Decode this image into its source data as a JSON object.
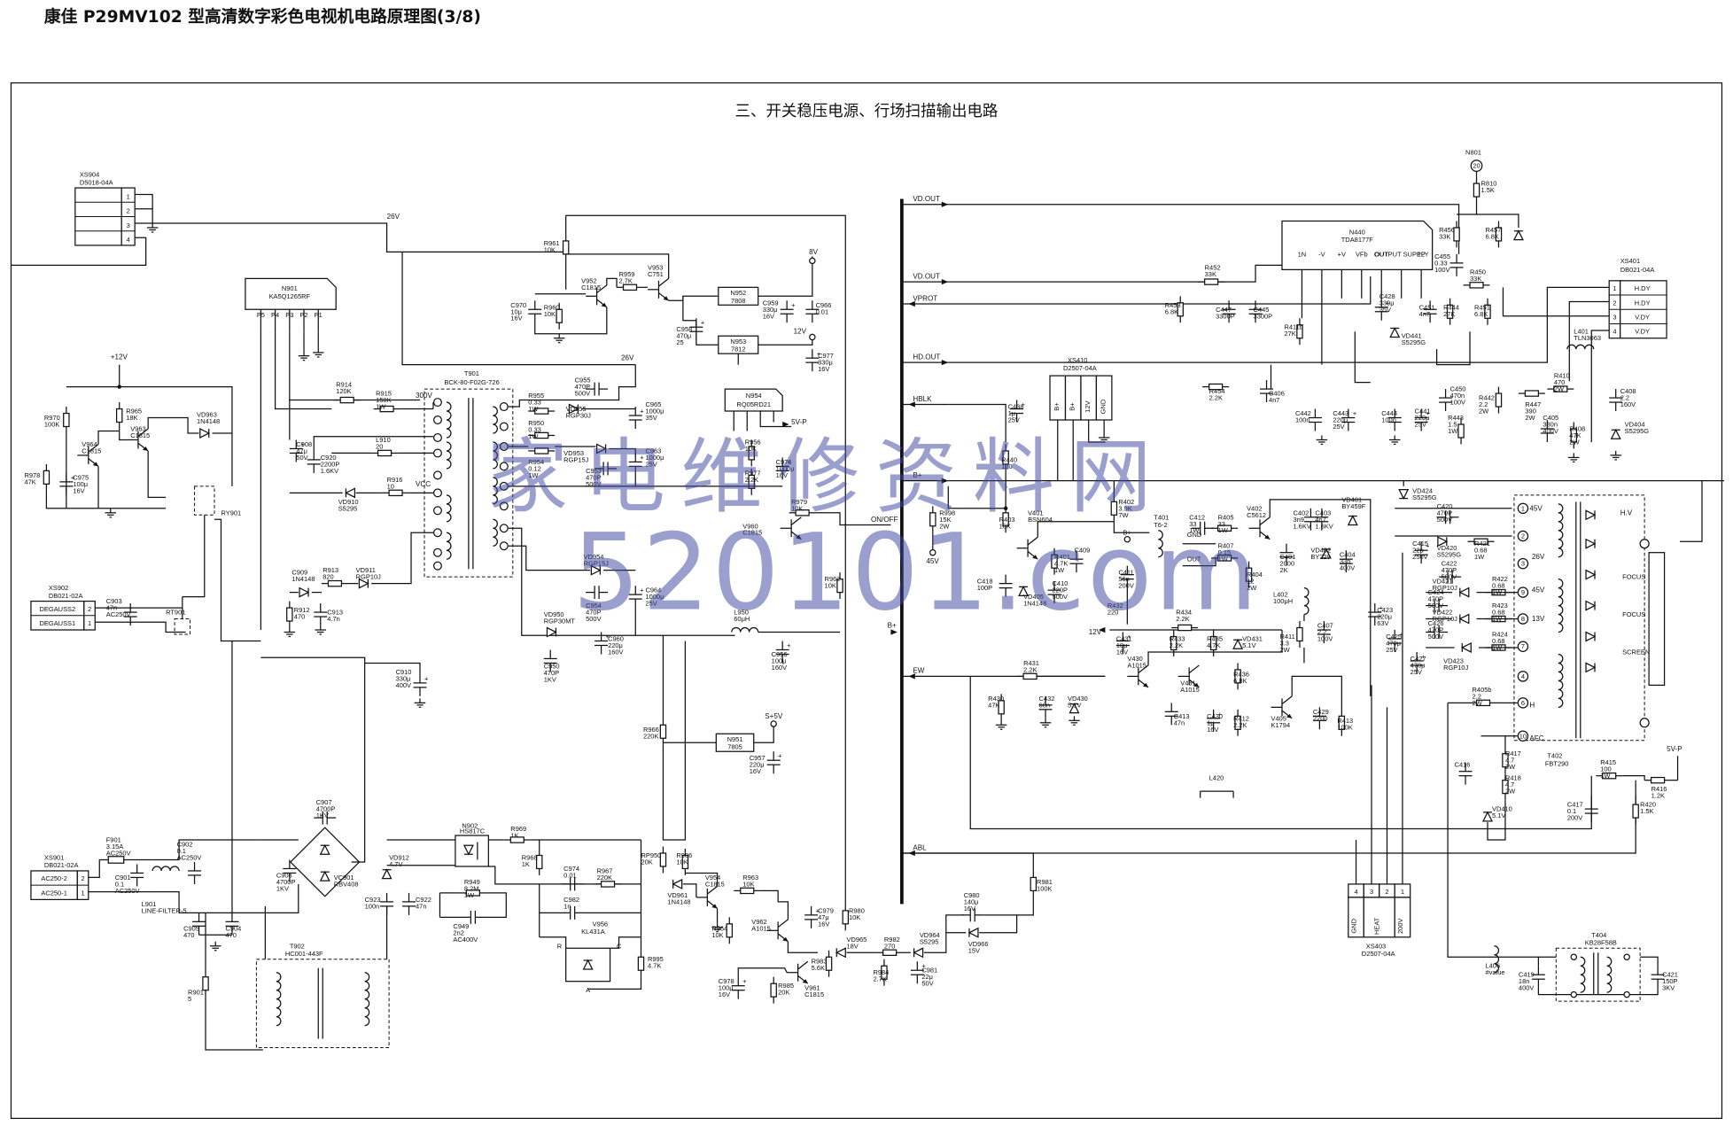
{
  "page_title": "康佳 P29MV102 型高清数字彩色电视机电路原理图(3/8)",
  "section_title": "三、开关稳压电源、行场扫描输出电路",
  "watermark": {
    "line1": "家电维修资料网",
    "line2": "520101.com"
  },
  "ics": {
    "n901": {
      "ref": "N901",
      "part": "KA5Q1265RF"
    },
    "n440": {
      "ref": "N440",
      "part": "TDA8177F"
    },
    "n952": {
      "ref": "N952",
      "part": "7808"
    },
    "n953": {
      "ref": "N953",
      "part": "7812"
    },
    "n954": {
      "ref": "N954",
      "part": "RQ05RD21"
    },
    "n951": {
      "ref": "N951",
      "part": "7805"
    },
    "n902": {
      "ref": "N902",
      "part": "HS817C"
    },
    "v956": {
      "ref": "V956",
      "part": "KL431A"
    },
    "t901": {
      "ref": "T901",
      "part": "BCK-80-F02G-726"
    },
    "t902": {
      "ref": "T902",
      "part": "HC001-443F"
    },
    "t401": {
      "ref": "T401",
      "part": "T6-2"
    },
    "t402": {
      "ref": "T402",
      "part": "FBT290"
    },
    "t404": {
      "ref": "T404",
      "part": "KB28F58B"
    }
  },
  "connectors": {
    "xs904": {
      "ref": "XS904",
      "part": "D5018-04A",
      "pins": [
        "1",
        "2",
        "3",
        "4"
      ]
    },
    "xs902": {
      "ref": "XS902",
      "part": "DB021-02A",
      "pins": [
        "DEGAUSS2",
        "DEGAUSS1"
      ],
      "nums": [
        "2",
        "1"
      ]
    },
    "xs901": {
      "ref": "XS901",
      "part": "DB021-02A",
      "pins": [
        "AC250-2",
        "AC250-1"
      ],
      "nums": [
        "2",
        "1"
      ]
    },
    "xs401": {
      "ref": "XS401",
      "part": "DB021-04A",
      "pins": [
        "H.DY",
        "H.DY",
        "V.DY",
        "V.DY"
      ],
      "nums": [
        "1",
        "2",
        "3",
        "4"
      ]
    },
    "xs410": {
      "ref": "XS410",
      "part": "D2507-04A",
      "pins": [
        "B+",
        "B+",
        "12V",
        "GND"
      ]
    },
    "xs403": {
      "ref": "XS403",
      "part": "D2507-04A",
      "pins": [
        "GND",
        "HEAT",
        "200V"
      ],
      "nums": [
        "4",
        "3",
        "2",
        "1"
      ]
    }
  },
  "n440_pins": [
    "1N",
    "-V",
    "+V",
    "VFb",
    "OUT",
    "OUTPUT SUPPLY",
    "1P"
  ],
  "n901_pins": [
    "P5",
    "P4",
    "P3",
    "P2",
    "P1"
  ],
  "nets": {
    "vd_out_1": "VD.OUT",
    "vd_out_2": "VD.OUT",
    "vprot": "VPROT",
    "hd_out": "HD.OUT",
    "hblk": "HBLK",
    "bplus": "B+",
    "bplus2": "B+",
    "ew": "EW",
    "abl": "ABL",
    "on_off": "ON/OFF",
    "v26_a": "26V",
    "v26_b": "26V",
    "v12_top": "+12V",
    "v12_mid": "12V",
    "v12_c": "12V",
    "v8": "8V",
    "v5p": "5V-P",
    "v5p2": "5V-P",
    "s5v": "S+5V",
    "v45": "45V",
    "v45b": "45V",
    "v13": "13V",
    "v26b": "26V",
    "v300": "300V",
    "vcc": "VCC",
    "n801": "N801",
    "pin20": "20",
    "hv": "H.V",
    "focus1": "FOCUS",
    "focus2": "FOCUS",
    "screen": "SCREEN",
    "afc": "AFC",
    "h_pin": "H",
    "gnd": "GND",
    "out": "OUT",
    "b_pin": "B+",
    "r_pin": "R",
    "c_pin": "C",
    "a_pin": "A"
  },
  "components": [
    {
      "ref": "R970",
      "val": "100K"
    },
    {
      "ref": "R965",
      "val": "18K"
    },
    {
      "ref": "V964",
      "val": "C1815"
    },
    {
      "ref": "V963",
      "val": "C1815"
    },
    {
      "ref": "VD963",
      "val": "1N4148"
    },
    {
      "ref": "R978",
      "val": "47K"
    },
    {
      "ref": "C975",
      "val": "100μ/16V"
    },
    {
      "ref": "RY901",
      "val": ""
    },
    {
      "ref": "R914",
      "val": "120K"
    },
    {
      "ref": "R915",
      "val": "150K/1W"
    },
    {
      "ref": "C908",
      "val": "47μ/50V"
    },
    {
      "ref": "C920",
      "val": "2200P/1.6KV"
    },
    {
      "ref": "L910",
      "val": "20"
    },
    {
      "ref": "R916",
      "val": "10"
    },
    {
      "ref": "VD910",
      "val": "S5295"
    },
    {
      "ref": "C909",
      "val": "1N4148"
    },
    {
      "ref": "R913",
      "val": "820"
    },
    {
      "ref": "VD911",
      "val": "RGP10J"
    },
    {
      "ref": "R912",
      "val": "470"
    },
    {
      "ref": "C913",
      "val": "4.7n"
    },
    {
      "ref": "C903",
      "val": "47n/AC250V"
    },
    {
      "ref": "RT901",
      "val": ""
    },
    {
      "ref": "C910",
      "val": "330μ/400V"
    },
    {
      "ref": "F901",
      "val": "3.15A/AC250V"
    },
    {
      "ref": "C901",
      "val": "0.1/AC250V"
    },
    {
      "ref": "C902",
      "val": "0.1/AC250V"
    },
    {
      "ref": "L901",
      "val": "LINE-FILTER-5"
    },
    {
      "ref": "C905",
      "val": "470"
    },
    {
      "ref": "C904",
      "val": "470"
    },
    {
      "ref": "R901",
      "val": "5"
    },
    {
      "ref": "C907",
      "val": "4700P/1KV"
    },
    {
      "ref": "C906",
      "val": "4700P/1KV"
    },
    {
      "ref": "VC901",
      "val": "RBV408"
    },
    {
      "ref": "VD912",
      "val": "4.7V"
    },
    {
      "ref": "C923",
      "val": "100n"
    },
    {
      "ref": "C922",
      "val": "47n"
    },
    {
      "ref": "R969",
      "val": "1K"
    },
    {
      "ref": "R968",
      "val": "1K"
    },
    {
      "ref": "R949",
      "val": "8.2M/1W"
    },
    {
      "ref": "C949",
      "val": "2n2/AC400V"
    },
    {
      "ref": "C974",
      "val": "0.01"
    },
    {
      "ref": "R967",
      "val": "220K"
    },
    {
      "ref": "C982",
      "val": "1n"
    },
    {
      "ref": "R995",
      "val": "4.7K"
    },
    {
      "ref": "RP950",
      "val": "20K"
    },
    {
      "ref": "R986",
      "val": "10K"
    },
    {
      "ref": "VD961",
      "val": "1N4148"
    },
    {
      "ref": "R966",
      "val": "220K"
    },
    {
      "ref": "R961",
      "val": "10K"
    },
    {
      "ref": "V952",
      "val": "C1815"
    },
    {
      "ref": "R959",
      "val": "2.7K"
    },
    {
      "ref": "V953",
      "val": "C751"
    },
    {
      "ref": "C970",
      "val": "10μ/16V"
    },
    {
      "ref": "R960",
      "val": "10K"
    },
    {
      "ref": "C959",
      "val": "330μ/16V"
    },
    {
      "ref": "C966",
      "val": "0.01"
    },
    {
      "ref": "C958",
      "val": "470μ/25"
    },
    {
      "ref": "C977",
      "val": "330μ/16V"
    },
    {
      "ref": "C955",
      "val": "470P/500V"
    },
    {
      "ref": "VD955",
      "val": "RGP30J"
    },
    {
      "ref": "C965",
      "val": "1000μ/35V"
    },
    {
      "ref": "R955",
      "val": "0.33/1W"
    },
    {
      "ref": "R950",
      "val": "0.33/1W"
    },
    {
      "ref": "R954",
      "val": "0.12/1W"
    },
    {
      "ref": "VD953",
      "val": "RGP15J"
    },
    {
      "ref": "C963",
      "val": "1000μ/25V"
    },
    {
      "ref": "C953",
      "val": "470P/500V"
    },
    {
      "ref": "R956",
      "val": "10K"
    },
    {
      "ref": "R977",
      "val": "2.2K"
    },
    {
      "ref": "C976",
      "val": "1000μ/16V"
    },
    {
      "ref": "V960",
      "val": "C1815"
    },
    {
      "ref": "R979",
      "val": "10K"
    },
    {
      "ref": "R962",
      "val": "10K"
    },
    {
      "ref": "VD954",
      "val": "RGP15J"
    },
    {
      "ref": "C954",
      "val": "470P/500V"
    },
    {
      "ref": "C964",
      "val": "1000μ/25V"
    },
    {
      "ref": "VD950",
      "val": "RGP30MT"
    },
    {
      "ref": "C960",
      "val": "220μ/160V"
    },
    {
      "ref": "C950",
      "val": "470P/1KV"
    },
    {
      "ref": "L950",
      "val": "60μH"
    },
    {
      "ref": "C956",
      "val": "100μ/160V"
    },
    {
      "ref": "C957",
      "val": "220μ/16V"
    },
    {
      "ref": "V954",
      "val": "C1815"
    },
    {
      "ref": "R963",
      "val": "10K"
    },
    {
      "ref": "R964",
      "val": "10K"
    },
    {
      "ref": "V962",
      "val": "A1015"
    },
    {
      "ref": "C979",
      "val": "47μ/16V"
    },
    {
      "ref": "R980",
      "val": "10K"
    },
    {
      "ref": "VD965",
      "val": "18V"
    },
    {
      "ref": "R983",
      "val": "5.6K"
    },
    {
      "ref": "R982",
      "val": "270"
    },
    {
      "ref": "R984",
      "val": "2.7K"
    },
    {
      "ref": "C981",
      "val": "22μ/50V"
    },
    {
      "ref": "VD964",
      "val": "S5295"
    },
    {
      "ref": "C980",
      "val": "140μ/16V"
    },
    {
      "ref": "VD966",
      "val": "15V"
    },
    {
      "ref": "R981",
      "val": "100K"
    },
    {
      "ref": "C978",
      "val": "100μ/16V"
    },
    {
      "ref": "R985",
      "val": "20K"
    },
    {
      "ref": "V961",
      "val": "C1815"
    },
    {
      "ref": "R998",
      "val": "15K/2W"
    },
    {
      "ref": "R440",
      "val": "100"
    },
    {
      "ref": "C438",
      "val": "1μ/25V"
    },
    {
      "ref": "R403",
      "val": "10K"
    },
    {
      "ref": "V401",
      "val": "BSN604"
    },
    {
      "ref": "C418",
      "val": "100P"
    },
    {
      "ref": "VD405",
      "val": "1N4148"
    },
    {
      "ref": "R401",
      "val": "4.7K/1W"
    },
    {
      "ref": "C409",
      "val": ""
    },
    {
      "ref": "C410",
      "val": "220P/500V"
    },
    {
      "ref": "R402",
      "val": "3.9K/7W"
    },
    {
      "ref": "C411",
      "val": "56n/200V"
    },
    {
      "ref": "R432",
      "val": "220"
    },
    {
      "ref": "C412",
      "val": "33/1W"
    },
    {
      "ref": "R405",
      "val": "33/1W"
    },
    {
      "ref": "R407",
      "val": "0.15/1W"
    },
    {
      "ref": "R404",
      "val": "12/2W"
    },
    {
      "ref": "V402",
      "val": "C5612"
    },
    {
      "ref": "C401",
      "val": "2000/2K"
    },
    {
      "ref": "C402",
      "val": "3n9/1.6KV"
    },
    {
      "ref": "C403",
      "val": "4n7/1.6KV"
    },
    {
      "ref": "VD401",
      "val": "BY459F"
    },
    {
      "ref": "VD402",
      "val": "BY229"
    },
    {
      "ref": "C404",
      "val": "33n/400V"
    },
    {
      "ref": "L402",
      "val": "100μH"
    },
    {
      "ref": "C431",
      "val": "10μ/16V"
    },
    {
      "ref": "R434",
      "val": "2.2K"
    },
    {
      "ref": "R433",
      "val": "2.2K"
    },
    {
      "ref": "R435",
      "val": "4.7K"
    },
    {
      "ref": "VD431",
      "val": "5.1V"
    },
    {
      "ref": "R411",
      "val": "3.3/2W"
    },
    {
      "ref": "C407",
      "val": "2.2/100V"
    },
    {
      "ref": "R431",
      "val": "2.2K"
    },
    {
      "ref": "V430",
      "val": "A1015"
    },
    {
      "ref": "V431",
      "val": "A1015"
    },
    {
      "ref": "R436",
      "val": "6.8K"
    },
    {
      "ref": "R430",
      "val": "47K"
    },
    {
      "ref": "C432",
      "val": "68n"
    },
    {
      "ref": "VD430",
      "val": "5.1V"
    },
    {
      "ref": "C413",
      "val": "47n"
    },
    {
      "ref": "C430",
      "val": "1μ/16V"
    },
    {
      "ref": "R412",
      "val": "2.2K"
    },
    {
      "ref": "V405",
      "val": "K1794"
    },
    {
      "ref": "C429",
      "val": "2200"
    },
    {
      "ref": "R413",
      "val": "100K"
    },
    {
      "ref": "L420",
      "val": ""
    },
    {
      "ref": "R452",
      "val": "33K"
    },
    {
      "ref": "R453",
      "val": "6.8K"
    },
    {
      "ref": "C447",
      "val": "3300P"
    },
    {
      "ref": "C445",
      "val": "3300P"
    },
    {
      "ref": "R411b",
      "val": "27K"
    },
    {
      "ref": "C428",
      "val": "330μ/35V"
    },
    {
      "ref": "C451",
      "val": "4n7"
    },
    {
      "ref": "R444",
      "val": "27K"
    },
    {
      "ref": "R451",
      "val": "6.8K"
    },
    {
      "ref": "R450",
      "val": "33K"
    },
    {
      "ref": "VD441",
      "val": "S5295G"
    },
    {
      "ref": "R456",
      "val": "33K"
    },
    {
      "ref": "R457",
      "val": "6.8K"
    },
    {
      "ref": "C455",
      "val": "0.33/100V"
    },
    {
      "ref": "R810",
      "val": "1.5K"
    },
    {
      "ref": "R454",
      "val": "2.2K"
    },
    {
      "ref": "C406",
      "val": "4n7"
    },
    {
      "ref": "C442",
      "val": "100n"
    },
    {
      "ref": "C443",
      "val": "220μ/25V"
    },
    {
      "ref": "C444",
      "val": "100n"
    },
    {
      "ref": "C441",
      "val": "220μ/25V"
    },
    {
      "ref": "C450",
      "val": "470n/100V"
    },
    {
      "ref": "R443",
      "val": "1.5/1W"
    },
    {
      "ref": "R442",
      "val": "2.2/2W"
    },
    {
      "ref": "R447",
      "val": "390/2W"
    },
    {
      "ref": "R410",
      "val": "470/2W"
    },
    {
      "ref": "L401",
      "val": "TLN3063"
    },
    {
      "ref": "C408",
      "val": "2.2/160V"
    },
    {
      "ref": "C405",
      "val": "330n/400V"
    },
    {
      "ref": "R408",
      "val": "47K/2W"
    },
    {
      "ref": "VD404",
      "val": "S5295G"
    },
    {
      "ref": "VD424",
      "val": "S5295G"
    },
    {
      "ref": "C420",
      "val": "470P/500V"
    },
    {
      "ref": "VD420",
      "val": "S5295G"
    },
    {
      "ref": "R421",
      "val": "0.68/1W"
    },
    {
      "ref": "C415",
      "val": "22μ/250V"
    },
    {
      "ref": "C422",
      "val": "470P/500V"
    },
    {
      "ref": "VD421",
      "val": "RGP10J"
    },
    {
      "ref": "R422",
      "val": "0.68/1W"
    },
    {
      "ref": "C424",
      "val": "470P/500V"
    },
    {
      "ref": "VD422",
      "val": "RGP10J"
    },
    {
      "ref": "R423",
      "val": "0.68/1W"
    },
    {
      "ref": "C426",
      "val": "470P/500V"
    },
    {
      "ref": "VD423",
      "val": "RGP10J"
    },
    {
      "ref": "R424",
      "val": "0.68/1W"
    },
    {
      "ref": "C423",
      "val": "220μ/63V"
    },
    {
      "ref": "C425",
      "val": "470μ/25V"
    },
    {
      "ref": "C427",
      "val": "470μ/25V"
    },
    {
      "ref": "R405b",
      "val": "2.2/2W"
    },
    {
      "ref": "R417",
      "val": "4.7/2W"
    },
    {
      "ref": "R418",
      "val": "4.7/2W"
    },
    {
      "ref": "C416",
      "val": ""
    },
    {
      "ref": "VD410",
      "val": "5.1V"
    },
    {
      "ref": "R415",
      "val": "100/1W"
    },
    {
      "ref": "R416",
      "val": "1.2K"
    },
    {
      "ref": "C417",
      "val": "0.1/200V"
    },
    {
      "ref": "R420",
      "val": "1.5K"
    },
    {
      "ref": "L406",
      "val": "#value"
    },
    {
      "ref": "C419",
      "val": "18n/400V"
    },
    {
      "ref": "C421",
      "val": "150P/3KV"
    }
  ],
  "colors": {
    "ink": "#111111",
    "paper": "#ffffff",
    "watermark": "#4046a0"
  }
}
